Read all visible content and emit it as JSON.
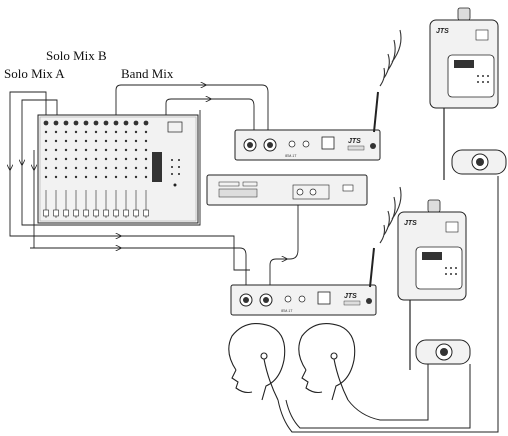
{
  "labels": {
    "solo_mix_a": "Solo Mix A",
    "solo_mix_b": "Solo Mix B",
    "band_mix": "Band Mix"
  },
  "devices": {
    "brand": "JTS",
    "transmitter_model": "IEM-1T"
  },
  "icons": {
    "mixer": "mixing-console",
    "transmitter": "iem-transmitter",
    "receiver": "bodypack-receiver",
    "listener": "head-with-earphones"
  },
  "colors": {
    "line": "#222222",
    "device_fill": "#f2f2f2",
    "dark_panel": "#333333"
  }
}
